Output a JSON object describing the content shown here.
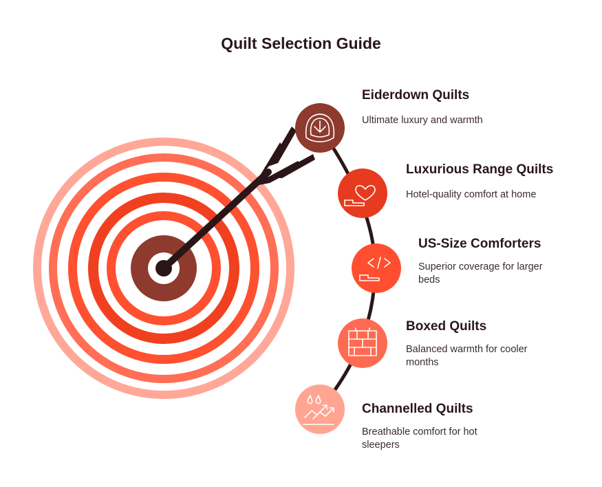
{
  "title": "Quilt Selection Guide",
  "colors": {
    "ring_outer": "#ffa898",
    "ring_2": "#ff6e55",
    "ring_3": "#ff5030",
    "ring_4": "#f04020",
    "bullseye": "#8e3a2e",
    "arrow": "#2a1618",
    "path": "#2a1618"
  },
  "items": [
    {
      "title": "Eiderdown Quilts",
      "description": "Ultimate luxury and warmth",
      "icon": "car-seat-icon",
      "color": "#8e3a2e"
    },
    {
      "title": "Luxurious Range Quilts",
      "description": "Hotel-quality comfort at home",
      "icon": "heart-bed-icon",
      "color": "#e63b1f"
    },
    {
      "title": "US-Size Comforters",
      "description": "Superior coverage for larger beds",
      "icon": "code-bed-icon",
      "color": "#ff4f30"
    },
    {
      "title": "Boxed Quilts",
      "description": "Balanced warmth for cooler months",
      "icon": "grid-wall-icon",
      "color": "#ff6b52"
    },
    {
      "title": "Channelled Quilts",
      "description": "Breathable comfort for hot sleepers",
      "icon": "droplets-trend-icon",
      "color": "#ffa592"
    }
  ]
}
